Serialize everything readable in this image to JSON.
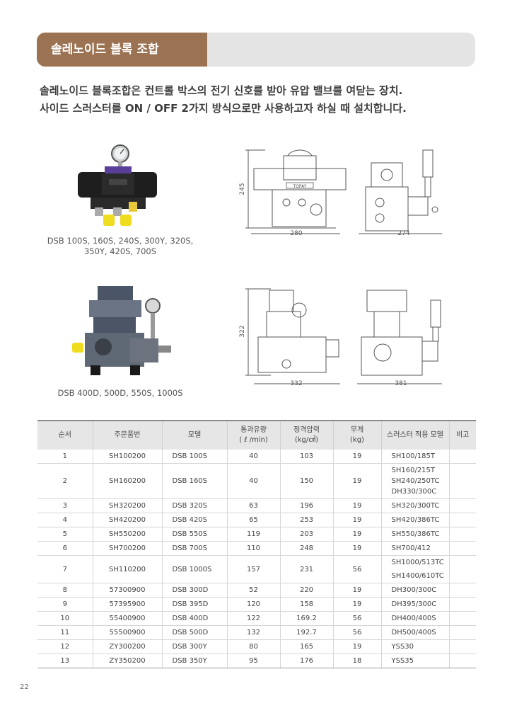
{
  "header": {
    "title": "솔레노이드 블록 조합"
  },
  "intro": {
    "line1": "솔레노이드 블록조합은 컨트롤 박스의 전기 신호를 받아 유압 밸브를 여닫는 장치.",
    "line2": "사이드 스러스터를 ON / OFF 2가지 방식으로만 사용하고자 하실 때 설치합니다."
  },
  "products": [
    {
      "caption_line1": "DSB 100S, 160S, 240S, 300Y, 320S,",
      "caption_line2": "350Y, 420S, 700S",
      "dim_height": "245",
      "dim_front_width": "280",
      "dim_side_width": "274",
      "nameplate": "TOPAY"
    },
    {
      "caption_line1": "DSB 400D, 500D, 550S, 1000S",
      "dim_height": "322",
      "dim_front_width": "332",
      "dim_side_width": "381"
    }
  ],
  "table": {
    "headers": [
      {
        "l1": "순서"
      },
      {
        "l1": "주문품번"
      },
      {
        "l1": "모델"
      },
      {
        "l1": "통과유량",
        "l2": "( ℓ /min)"
      },
      {
        "l1": "정격압력",
        "l2": "(kg/㎠)"
      },
      {
        "l1": "무게",
        "l2": "(kg)"
      },
      {
        "l1": "스러스터 적용 모델"
      },
      {
        "l1": "비고"
      }
    ],
    "rows": [
      {
        "no": "1",
        "part": "SH100200",
        "model": "DSB 100S",
        "flow": "40",
        "pressure": "103",
        "weight": "19",
        "thrusters": [
          "SH100/185T"
        ],
        "note": ""
      },
      {
        "no": "2",
        "part": "SH160200",
        "model": "DSB 160S",
        "flow": "40",
        "pressure": "150",
        "weight": "19",
        "thrusters": [
          "SH160/215T",
          "SH240/250TC",
          "DH330/300C"
        ],
        "note": ""
      },
      {
        "no": "3",
        "part": "SH320200",
        "model": "DSB 320S",
        "flow": "63",
        "pressure": "196",
        "weight": "19",
        "thrusters": [
          "SH320/300TC"
        ],
        "note": ""
      },
      {
        "no": "4",
        "part": "SH420200",
        "model": "DSB 420S",
        "flow": "65",
        "pressure": "253",
        "weight": "19",
        "thrusters": [
          "SH420/386TC"
        ],
        "note": ""
      },
      {
        "no": "5",
        "part": "SH550200",
        "model": "DSB 550S",
        "flow": "119",
        "pressure": "203",
        "weight": "19",
        "thrusters": [
          "SH550/386TC"
        ],
        "note": ""
      },
      {
        "no": "6",
        "part": "SH700200",
        "model": "DSB 700S",
        "flow": "110",
        "pressure": "248",
        "weight": "19",
        "thrusters": [
          "SH700/412"
        ],
        "note": ""
      },
      {
        "no": "7",
        "part": "SH110200",
        "model": "DSB 1000S",
        "flow": "157",
        "pressure": "231",
        "weight": "56",
        "thrusters": [
          "SH1000/513TC",
          "SH1400/610TC"
        ],
        "note": ""
      },
      {
        "no": "8",
        "part": "57300900",
        "model": "DSB 300D",
        "flow": "52",
        "pressure": "220",
        "weight": "19",
        "thrusters": [
          "DH300/300C"
        ],
        "note": ""
      },
      {
        "no": "9",
        "part": "57395900",
        "model": "DSB 395D",
        "flow": "120",
        "pressure": "158",
        "weight": "19",
        "thrusters": [
          "DH395/300C"
        ],
        "note": ""
      },
      {
        "no": "10",
        "part": "55400900",
        "model": "DSB 400D",
        "flow": "122",
        "pressure": "169.2",
        "weight": "56",
        "thrusters": [
          "DH400/400S"
        ],
        "note": ""
      },
      {
        "no": "11",
        "part": "55500900",
        "model": "DSB 500D",
        "flow": "132",
        "pressure": "192.7",
        "weight": "56",
        "thrusters": [
          "DH500/400S"
        ],
        "note": ""
      },
      {
        "no": "12",
        "part": "ZY300200",
        "model": "DSB 300Y",
        "flow": "80",
        "pressure": "165",
        "weight": "19",
        "thrusters": [
          "YSS30"
        ],
        "note": ""
      },
      {
        "no": "13",
        "part": "ZY350200",
        "model": "DSB 350Y",
        "flow": "95",
        "pressure": "176",
        "weight": "18",
        "thrusters": [
          "YSS35"
        ],
        "note": ""
      }
    ]
  },
  "page_number": "22",
  "colors": {
    "accent": "#9b7353",
    "header_bg": "#e4e4e4",
    "table_header_bg": "#e6e6e6"
  }
}
